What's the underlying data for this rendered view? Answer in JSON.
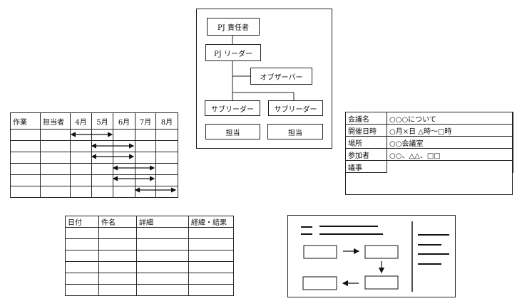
{
  "org_chart": {
    "manager": "PJ 責任者",
    "leader": "PJ リーダー",
    "observer": "オブザーバー",
    "sub_leaders": [
      "サブリーダー",
      "サブリーダー"
    ],
    "members": [
      "担当",
      "担当"
    ]
  },
  "gantt": {
    "headers": [
      "作業",
      "担当者",
      "4月",
      "5月",
      "6月",
      "7月",
      "8月"
    ]
  },
  "meeting": {
    "rows": [
      {
        "label": "会議名",
        "value": "○○○について"
      },
      {
        "label": "開催日時",
        "value": "○月×日 △時～□時"
      },
      {
        "label": "場所",
        "value": "○○会議室"
      },
      {
        "label": "参加者",
        "value": "○○、△△、□□"
      },
      {
        "label": "議事",
        "value": ""
      }
    ]
  },
  "log_table": {
    "headers": [
      "日付",
      "件名",
      "詳細",
      "経緯・結果"
    ]
  }
}
